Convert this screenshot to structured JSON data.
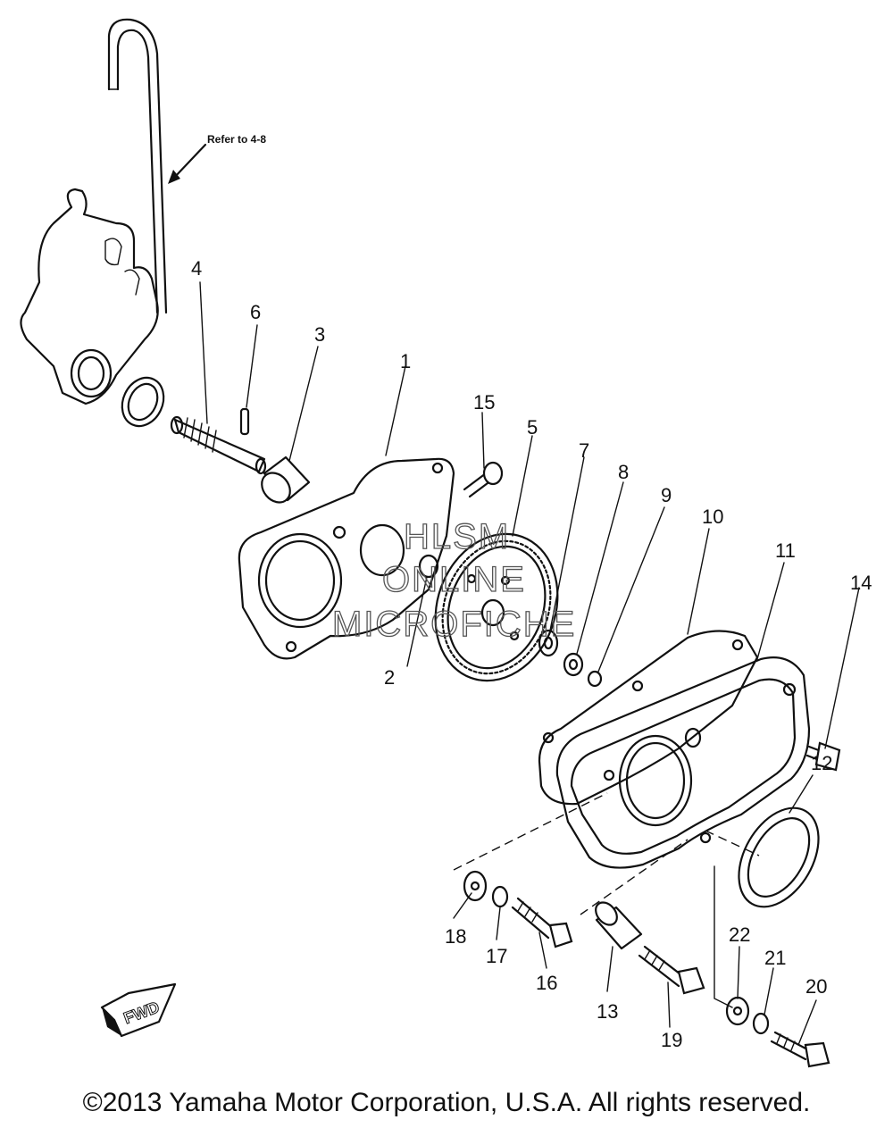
{
  "reference_note": "Refer to 4-8",
  "part_labels": [
    "1",
    "2",
    "3",
    "4",
    "5",
    "6",
    "7",
    "8",
    "9",
    "10",
    "11",
    "12",
    "13",
    "14",
    "15",
    "16",
    "17",
    "18",
    "19",
    "20",
    "21",
    "22"
  ],
  "watermark": [
    "HLSM",
    "ONLINE",
    "MICROFICHE"
  ],
  "fwd_marker": "FWD",
  "copyright": "©2013 Yamaha Motor Corporation, U.S.A. All rights reserved."
}
